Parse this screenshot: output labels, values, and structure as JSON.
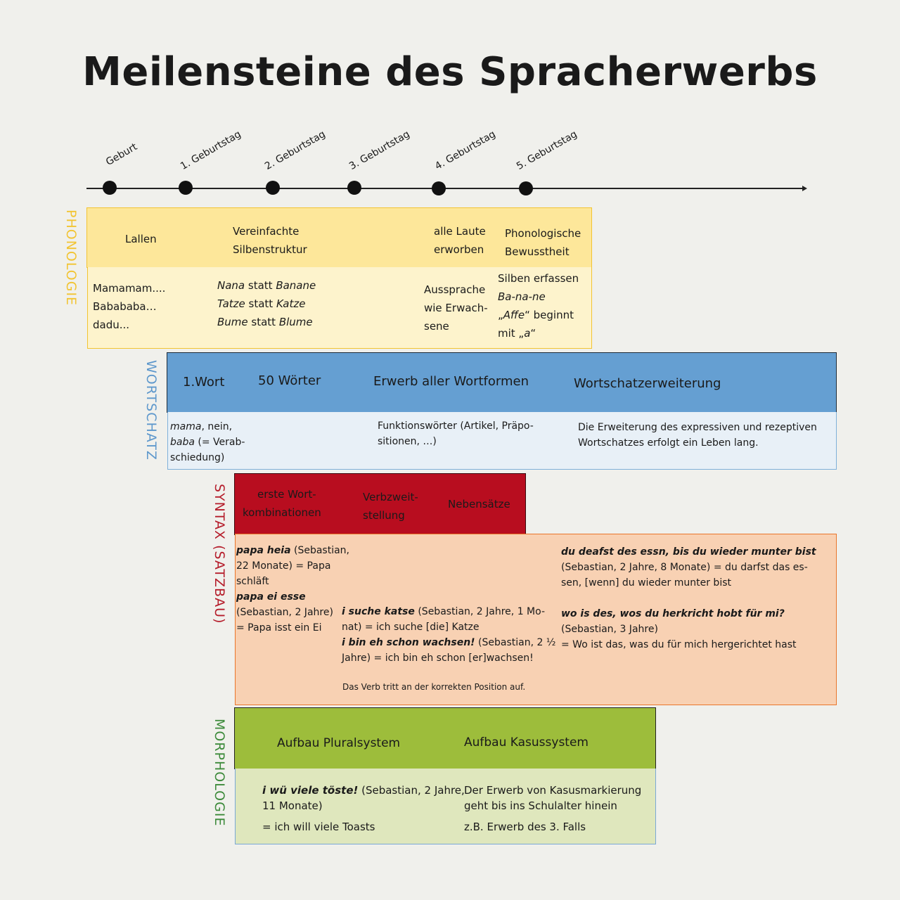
{
  "title": "Meilensteine des Spracherwerbs",
  "timeline": [
    "Geburt",
    "1. Geburtstag",
    "2. Geburtstag",
    "3. Geburtstag",
    "4. Geburtstag",
    "5. Geburtstag"
  ],
  "colors": {
    "phonology_header": "#fde79a",
    "phonology_body": "#fdf3cc",
    "phonology_border": "#f2c432",
    "phonology_label": "#f2c432",
    "vocab_header": "#659fd2",
    "vocab_body": "#e8f0f7",
    "vocab_label": "#5e98cc",
    "syntax_header": "#b80d1f",
    "syntax_body": "#f8d1b3",
    "syntax_border": "#e9762b",
    "syntax_label": "#b51d2b",
    "morph_header": "#9dbd3b",
    "morph_body": "#dfe7bd",
    "morph_label": "#3c8a3a"
  },
  "phonologie": {
    "label": "PHONOLOGIE",
    "headers": {
      "lallen": "Lallen",
      "vereinfacht_1": "Vereinfachte",
      "vereinfacht_2": "Silbenstruktur",
      "laute_1": "alle Laute",
      "laute_2": "erworben",
      "bewusst_1": "Phonologische",
      "bewusst_2": "Bewusstheit"
    },
    "body": {
      "lallen": [
        "Mamamam....",
        "Babababa…",
        "dadu..."
      ],
      "nana": "Nana",
      "banane": "Banane",
      "tatze": "Tatze",
      "katze": "Katze",
      "bume": "Bume",
      "blume": "Blume",
      "statt": " statt ",
      "aussprache": [
        "Aussprache",
        "wie Erwach-",
        "sene"
      ],
      "silben": "Silben erfassen",
      "banane_silben": "Ba-na-ne",
      "affe_open": "„",
      "affe": "Affe",
      "affe_close": "“ beginnt",
      "mit": "mit „",
      "a": "a",
      "quote_close": "“"
    }
  },
  "wortschatz": {
    "label": "WORTSCHATZ",
    "headers": {
      "erstes_wort": "1.Wort",
      "fuenfzig": "50 Wörter",
      "wortformen": "Erwerb aller Wortformen",
      "erweiterung": "Wortschatzerweiterung"
    },
    "body": {
      "mama": "mama",
      "nein": ", nein,",
      "baba": "baba",
      "verab": " (= Verab-",
      "schiedung": "schiedung)",
      "funktion": [
        "Funktionswörter (Artikel, Präpo-",
        "sitionen, …)"
      ],
      "erweiterung": [
        "Die Erweiterung des expressiven und rezeptiven",
        "Wortschatzes erfolgt ein Leben lang."
      ]
    }
  },
  "syntax": {
    "label": "SYNTAX (SATZBAU)",
    "headers": {
      "kombi_1": "erste Wort-",
      "kombi_2": "kombinationen",
      "verb_1": "Verbzweit-",
      "verb_2": "stellung",
      "neben": "Nebensätze"
    },
    "body": {
      "papa_heia": "papa heia",
      "papa_heia_src": " (Sebastian,",
      "papa_heia_2": "22 Monate) = Papa",
      "papa_heia_3": "schläft",
      "papa_ei": "papa ei esse",
      "papa_ei_2": "(Sebastian, 2 Jahre)",
      "papa_ei_3": "= Papa isst ein Ei",
      "suche": "i suche katse",
      "suche_src": " (Sebastian, 2 Jahre, 1 Mo-",
      "suche_2": "nat) = ich suche [die] Katze",
      "wachsen": "i bin eh schon wachsen!",
      "wachsen_src": " (Sebastian, 2 ½",
      "wachsen_2": "Jahre) = ich bin eh schon [er]wachsen!",
      "verb_note": "Das Verb tritt an der korrekten Position auf.",
      "deafst": "du deafst des essn, bis du wieder munter bist",
      "deafst_2": "(Sebastian, 2 Jahre, 8 Monate) = du darfst das es-",
      "deafst_3": "sen, [wenn] du wieder munter bist",
      "wos": "wo is des, wos du herkricht hobt für mi?",
      "wos_2": "(Sebastian, 3 Jahre)",
      "wos_3": "= Wo ist das, was du für mich hergerichtet hast"
    }
  },
  "morphologie": {
    "label": "MORPHOLOGIE",
    "headers": {
      "plural": "Aufbau Pluralsystem",
      "kasus": "Aufbau Kasussystem"
    },
    "body": {
      "toeste": "i wü viele töste!",
      "toeste_src": " (Sebastian, 2 Jahre,",
      "toeste_2": "11 Monate)",
      "toeste_3": "= ich will viele Toasts",
      "kasus": [
        "Der Erwerb von Kasusmarkierung",
        "geht bis ins Schulalter hinein"
      ],
      "kasus_3": "z.B. Erwerb des 3. Falls"
    }
  }
}
